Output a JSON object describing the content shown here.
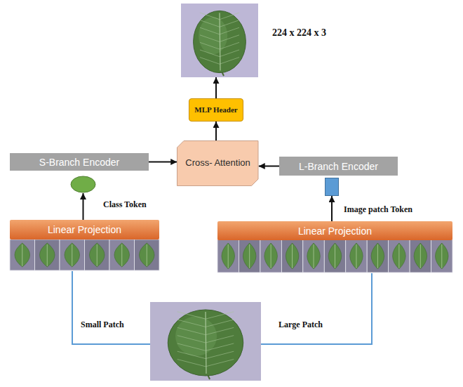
{
  "diagram": {
    "nodes": [
      {
        "text": [
          "224 x 224 x 3"
        ]
      },
      {
        "text": [
          "MLP Header"
        ]
      },
      {
        "text": [
          "Cross- Attention"
        ]
      },
      {
        "text": [
          "S-Branch Encoder"
        ]
      },
      {
        "text": [
          "L-Branch Encoder"
        ]
      },
      {
        "text": [
          "Class Token"
        ]
      },
      {
        "text": [
          "Image patch Token"
        ]
      },
      {
        "text": [
          "Linear Projection"
        ]
      },
      {
        "text": [
          "Linear Projection"
        ]
      }
    ],
    "edges": [
      {
        "from": 1,
        "to": 0,
        "arrow": "to"
      },
      {
        "from": 2,
        "to": 1,
        "arrow": "to"
      },
      {
        "from": 3,
        "to": 2,
        "arrow": "to"
      },
      {
        "from": 4,
        "to": 2,
        "arrow": "to"
      },
      {
        "from": 7,
        "to": 5,
        "arrow": "to"
      },
      {
        "from": 8,
        "to": 6,
        "arrow": "to"
      }
    ],
    "labels": [
      "Small Patch",
      "Large Patch"
    ]
  }
}
